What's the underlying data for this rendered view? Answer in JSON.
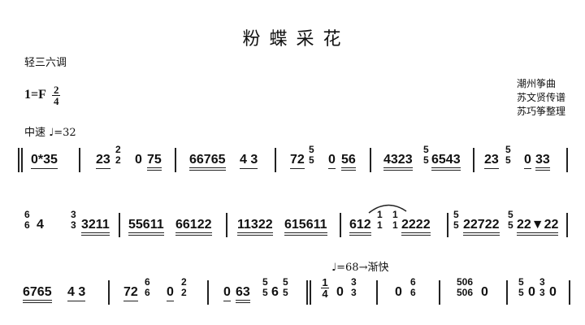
{
  "header": {
    "title": "粉 蝶 采 花",
    "mode": "轻三六调",
    "key": "1=F",
    "time_sig": {
      "top": "2",
      "bottom": "4"
    },
    "credits": [
      "潮州筝曲",
      "苏文贤传谱",
      "苏巧筝整理"
    ],
    "tempo1": "中速 ♩=32",
    "tempo2": "♩=68→渐快"
  },
  "score": {
    "rows": [
      {
        "items": [
          {
            "k": "bar2"
          },
          {
            "k": "n",
            "t": "0*35",
            "u": 1
          },
          {
            "k": "bar"
          },
          {
            "k": "n",
            "t": "23",
            "u": 1
          },
          {
            "k": "s",
            "top": "2",
            "bot": "2"
          },
          {
            "k": "n",
            "t": "0"
          },
          {
            "k": "n",
            "t": "75",
            "u": 2
          },
          {
            "k": "bar"
          },
          {
            "k": "n",
            "t": "66765",
            "u": 2
          },
          {
            "k": "n",
            "t": "4 3",
            "u": 1
          },
          {
            "k": "bar"
          },
          {
            "k": "n",
            "t": "72",
            "u": 1
          },
          {
            "k": "s",
            "top": "5",
            "bot": "5"
          },
          {
            "k": "n",
            "t": "0",
            "u": 1
          },
          {
            "k": "n",
            "t": "56",
            "u": 2
          },
          {
            "k": "bar"
          },
          {
            "k": "n",
            "t": "4323",
            "u": 2
          },
          {
            "k": "s",
            "top": "5",
            "bot": "5"
          },
          {
            "k": "n",
            "t": "6543",
            "u": 2
          },
          {
            "k": "bar"
          },
          {
            "k": "n",
            "t": "23",
            "u": 1
          },
          {
            "k": "s",
            "top": "5",
            "bot": "5"
          },
          {
            "k": "n",
            "t": "0",
            "u": 1
          },
          {
            "k": "n",
            "t": "33",
            "u": 2
          },
          {
            "k": "bar"
          }
        ]
      },
      {
        "items": [
          {
            "k": "s",
            "top": "6",
            "bot": "6"
          },
          {
            "k": "n",
            "t": "4"
          },
          {
            "k": "s",
            "top": "3",
            "bot": "3"
          },
          {
            "k": "n",
            "t": "3211",
            "u": 2
          },
          {
            "k": "bar"
          },
          {
            "k": "n",
            "t": "55611",
            "u": 2
          },
          {
            "k": "n",
            "t": "66122",
            "u": 2
          },
          {
            "k": "bar"
          },
          {
            "k": "n",
            "t": "11322",
            "u": 2
          },
          {
            "k": "n",
            "t": "615611",
            "u": 2
          },
          {
            "k": "bar"
          },
          {
            "k": "n",
            "t": "612",
            "u": 2
          },
          {
            "k": "s",
            "top": "1",
            "bot": "1"
          },
          {
            "k": "s",
            "top": "1",
            "bot": "1"
          },
          {
            "k": "n",
            "t": "2222",
            "u": 2
          },
          {
            "k": "bar"
          },
          {
            "k": "s",
            "top": "5",
            "bot": "5"
          },
          {
            "k": "n",
            "t": "22722",
            "u": 2
          },
          {
            "k": "s",
            "top": "5",
            "bot": "5"
          },
          {
            "k": "n",
            "t": "22▼22",
            "u": 2
          },
          {
            "k": "bar"
          }
        ]
      },
      {
        "items": [
          {
            "k": "n",
            "t": "6765",
            "u": 2
          },
          {
            "k": "n",
            "t": "4 3",
            "u": 1
          },
          {
            "k": "bar"
          },
          {
            "k": "n",
            "t": "72",
            "u": 1
          },
          {
            "k": "s",
            "top": "6",
            "bot": "6"
          },
          {
            "k": "n",
            "t": "0",
            "u": 1
          },
          {
            "k": "s",
            "top": "2",
            "bot": "2"
          },
          {
            "k": "bar"
          },
          {
            "k": "n",
            "t": "0",
            "u": 1
          },
          {
            "k": "n",
            "t": "63",
            "u": 2
          },
          {
            "k": "s",
            "top": "5",
            "bot": "5"
          },
          {
            "k": "n",
            "t": "6"
          },
          {
            "k": "s",
            "top": "5",
            "bot": "5"
          },
          {
            "k": "bar2"
          },
          {
            "k": "fr",
            "top": "1",
            "bot": "4"
          },
          {
            "k": "n",
            "t": "0"
          },
          {
            "k": "s",
            "top": "3",
            "bot": "3"
          },
          {
            "k": "bar"
          },
          {
            "k": "n",
            "t": "0"
          },
          {
            "k": "s",
            "top": "6",
            "bot": "6"
          },
          {
            "k": "bar"
          },
          {
            "k": "s",
            "top": "506",
            "bot": "506"
          },
          {
            "k": "n",
            "t": "0"
          },
          {
            "k": "bar"
          },
          {
            "k": "s",
            "top": "5",
            "bot": "5"
          },
          {
            "k": "n",
            "t": "0"
          },
          {
            "k": "s",
            "top": "3",
            "bot": "3"
          },
          {
            "k": "n",
            "t": "0"
          },
          {
            "k": "bar"
          }
        ]
      }
    ]
  }
}
